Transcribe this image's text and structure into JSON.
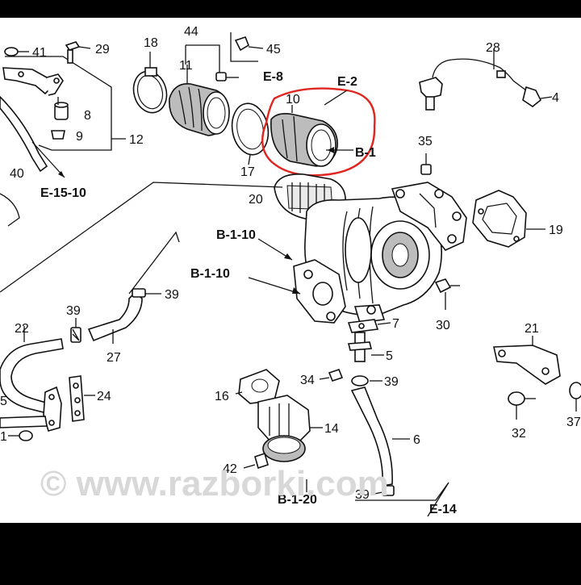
{
  "labels": {
    "p41": "41",
    "p29": "29",
    "p18": "18",
    "p44": "44",
    "p45": "45",
    "p28": "28",
    "p11": "11",
    "p8": "8",
    "p9": "9",
    "p12": "12",
    "p10": "10",
    "p4": "4",
    "p17": "17",
    "p35": "35",
    "p40": "40",
    "p20": "20",
    "p19": "19",
    "p39a": "39",
    "p39b": "39",
    "p39c": "39",
    "p39d": "39",
    "p22": "22",
    "p27": "27",
    "p7": "7",
    "p5": "5",
    "p30": "30",
    "p21": "21",
    "p34": "34",
    "p16": "16",
    "p24": "24",
    "p14": "14",
    "p6": "6",
    "p32": "32",
    "p37": "37",
    "p42": "42",
    "p5left": "5",
    "p1left": "1"
  },
  "refs": {
    "e8": "E-8",
    "e2": "E-2",
    "b1": "B-1",
    "e1510": "E-15-10",
    "b110a": "B-1-10",
    "b110b": "B-1-10",
    "b120": "B-1-20",
    "e14": "E-14"
  },
  "watermark": "© www.razborki.com",
  "colors": {
    "highlight": "#e0261e",
    "ink": "#111111",
    "frame": "#000000",
    "sheet": "#ffffff"
  }
}
